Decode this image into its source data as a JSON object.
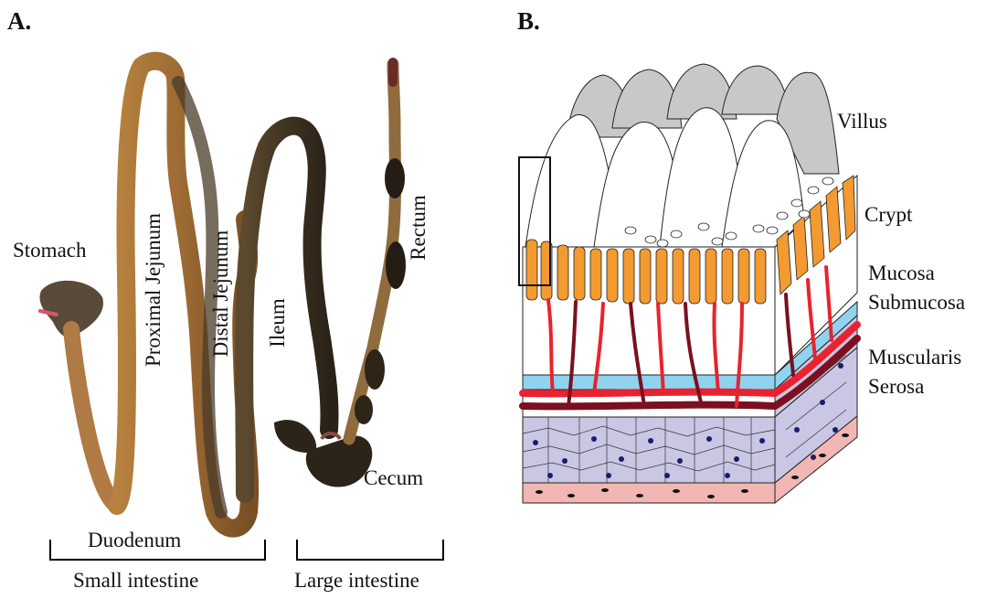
{
  "panels": {
    "a": "A.",
    "b": "B."
  },
  "panel_a": {
    "labels": {
      "stomach": "Stomach",
      "proximal_jejunum": "Proximal Jejunum",
      "distal_jejunum": "Distal Jejunum",
      "ileum": "Ileum",
      "rectum": "Rectum",
      "cecum": "Cecum",
      "duodenum": "Duodenum",
      "small_intestine": "Small intestine",
      "large_intestine": "Large intestine"
    }
  },
  "panel_b": {
    "labels": {
      "villus": "Villus",
      "crypt": "Crypt",
      "mucosa": "Mucosa",
      "submucosa": "Submucosa",
      "muscularis": "Muscularis",
      "serosa": "Serosa"
    },
    "colors": {
      "villus_shadow": "#c8c8c8",
      "crypt_cells": "#f39a30",
      "vessel_red": "#e8232f",
      "vessel_dark": "#7a1020",
      "submucosa_blue": "#8fd3ee",
      "muscularis_lavender": "#c9c7e4",
      "nuclei": "#1d1b6e",
      "serosa_pink": "#f2b6b3"
    }
  }
}
